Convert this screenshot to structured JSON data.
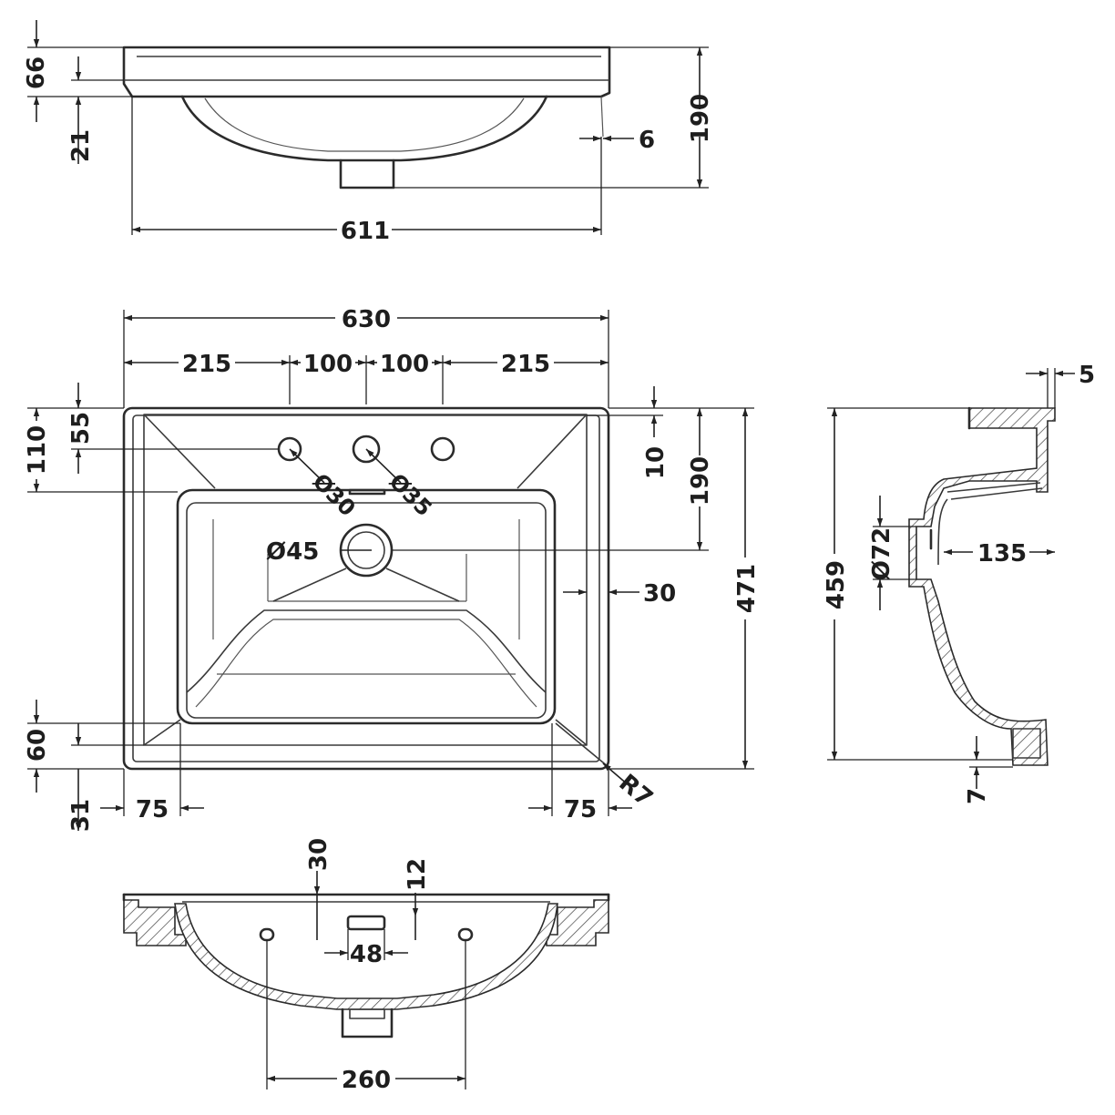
{
  "drawing": {
    "front_view": {
      "overall_height": "190",
      "rim_height": "66",
      "waste_outlet": "21",
      "overhang": "6",
      "width": "611"
    },
    "plan_view": {
      "overall_width": "630",
      "tap_spacing": [
        "215",
        "100",
        "100",
        "215"
      ],
      "tap_hole_offset": "55",
      "tap_hole_row": "110",
      "rim_depth": "10",
      "back_to_waste": "190",
      "overall_depth": "471",
      "side_rim": "30",
      "tap_hole_small": "Ø30",
      "tap_hole_large": "Ø35",
      "waste_hole": "Ø45",
      "front_rim": "60",
      "front_edge": "31",
      "corner_left": "75",
      "corner_right": "75",
      "corner_radius": "R7"
    },
    "side_view": {
      "top_lip": "5",
      "overall_height": "459",
      "overflow_diameter": "Ø72",
      "overflow_depth": "135",
      "base_offset": "7"
    },
    "section_view": {
      "overflow_slot_height": "30",
      "overflow_slot_offset": "12",
      "overflow_slot_width": "48",
      "fixing_centres": "260"
    }
  }
}
